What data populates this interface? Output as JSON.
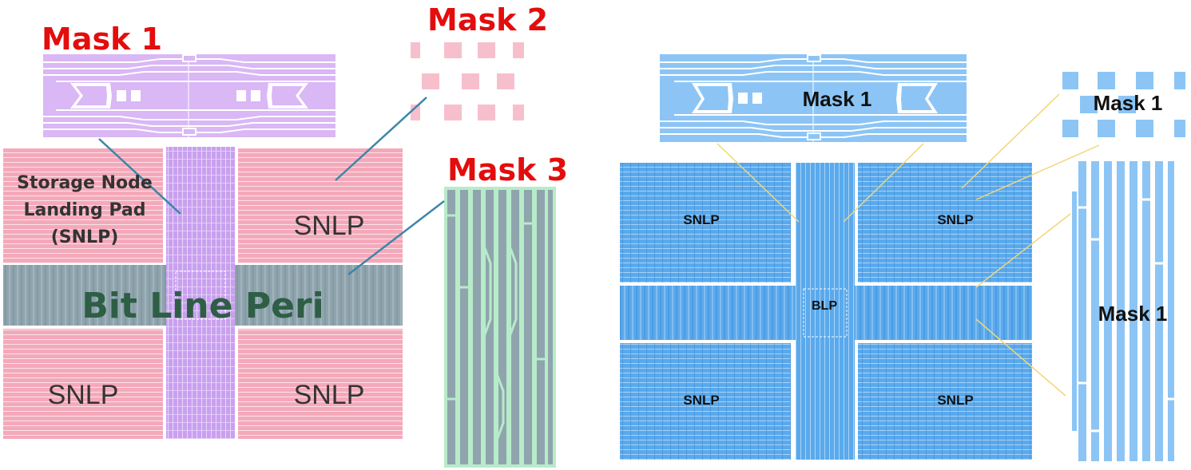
{
  "left": {
    "mask1_title": "Mask 1",
    "mask2_title": "Mask 2",
    "mask3_title": "Mask 3",
    "storage_line1": "Storage Node",
    "storage_line2": "Landing Pad",
    "storage_line3": "(SNLP)",
    "snlp_top_right": "SNLP",
    "snlp_bottom_left": "SNLP",
    "snlp_bottom_right": "SNLP",
    "bit_line_peri": "Bit Line Peri"
  },
  "right": {
    "mask1_top": "Mask 1",
    "mask1_dots": "Mask 1",
    "mask1_column": "Mask 1",
    "snlp_tl": "SNLP",
    "snlp_tr": "SNLP",
    "snlp_bl": "SNLP",
    "snlp_br": "SNLP",
    "blp": "BLP"
  },
  "colors": {
    "mask1_left": "#dab7f5",
    "snlp_left": "#f4a9ba",
    "mask2_dots": "#f7bfcc",
    "peri_band": "#8fa4ad",
    "mask3_green": "#b7ebc9",
    "mask3_bars": "#8fa4ad",
    "blue_main": "#5aa9ec",
    "blue_light": "#8cc5f5",
    "red_title": "#e30d0d",
    "peri_text": "#2e5e45"
  }
}
